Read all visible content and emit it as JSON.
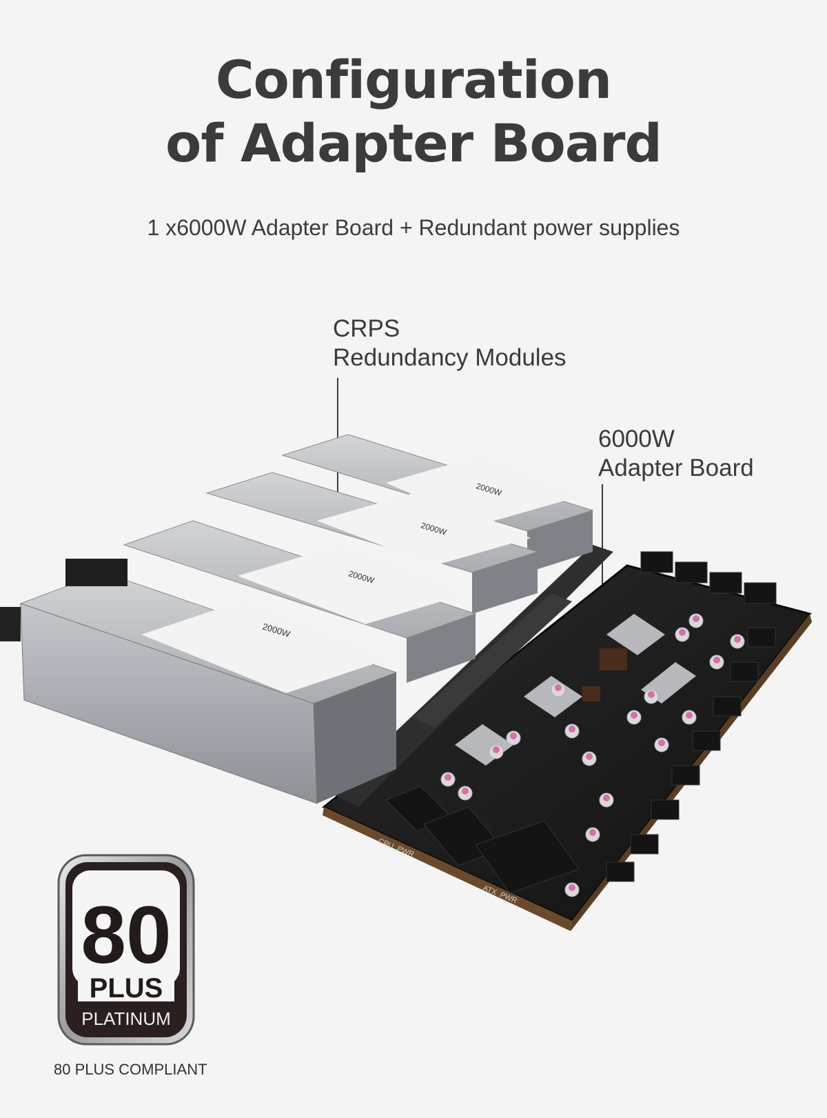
{
  "header": {
    "title_line1": "Configuration",
    "title_line2": "of Adapter Board",
    "subtitle": "1 x6000W Adapter Board +  Redundant power supplies"
  },
  "callouts": {
    "crps": {
      "line1": "CRPS",
      "line2": "Redundancy Modules"
    },
    "adapter": {
      "line1": "6000W",
      "line2": "Adapter Board"
    }
  },
  "psu_label": "2000W",
  "board_labels": {
    "cpu": "CPU_PWR",
    "atx": "ATX_PWR"
  },
  "badge": {
    "number": "80",
    "plus": "PLUS",
    "tier": "PLATINUM"
  },
  "footer": {
    "compliant": "80 PLUS COMPLIANT"
  },
  "colors": {
    "text": "#3a3a3a",
    "background": "#f4f4f4",
    "pcb": "#1c1c1c",
    "psu": "#b9bcc0"
  }
}
